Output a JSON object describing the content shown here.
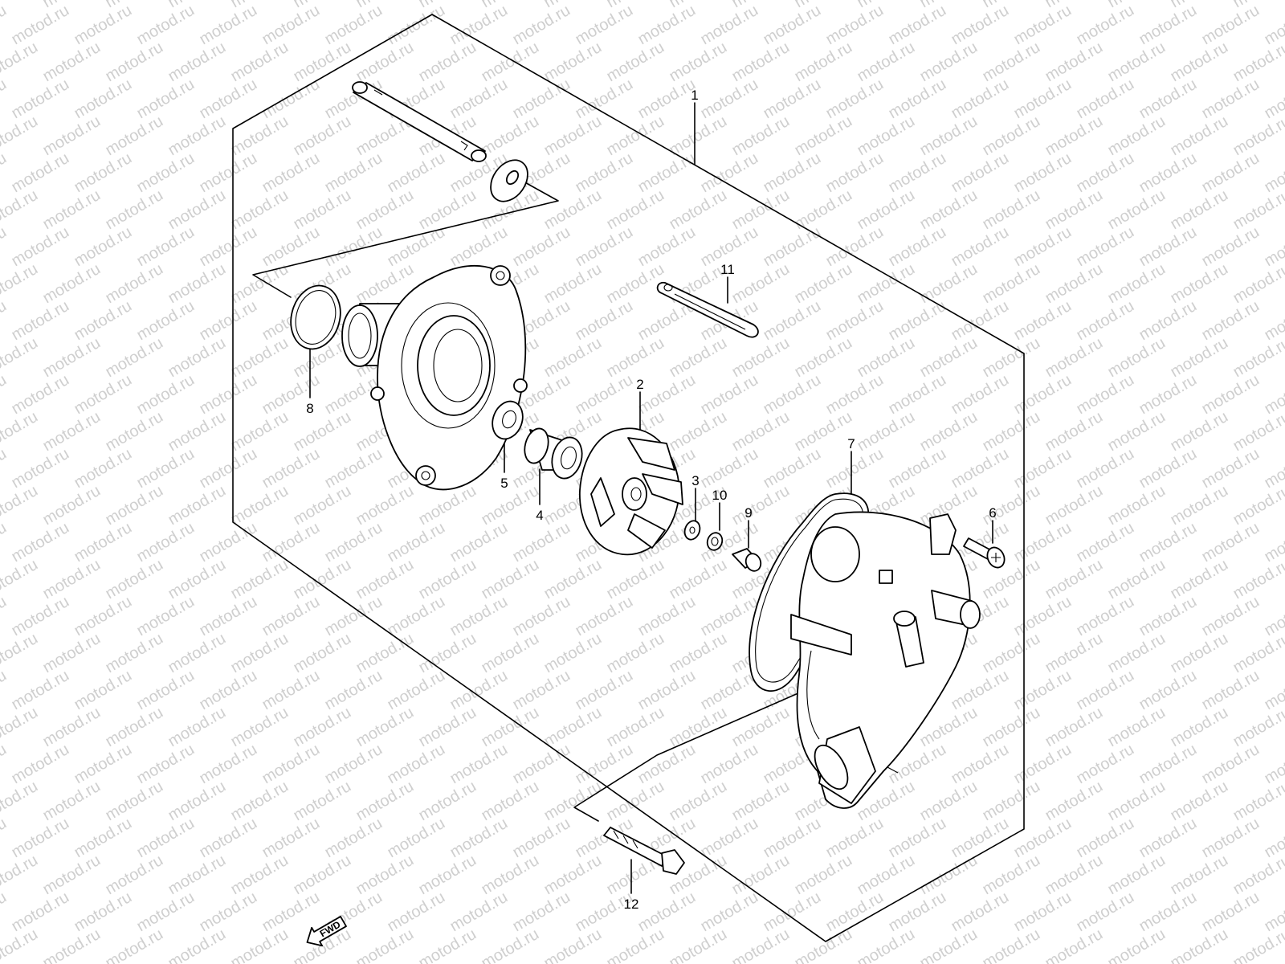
{
  "watermark": "motod.ru",
  "fwd_label": "FWD",
  "callouts": {
    "c1": "1",
    "c2": "2",
    "c3": "3",
    "c4": "4",
    "c5": "5",
    "c6": "6",
    "c7": "7",
    "c8": "8",
    "c9": "9",
    "c10": "10",
    "c11": "11",
    "c12": "12"
  },
  "colors": {
    "ink": "#000000",
    "watermark": "#cfcfcf",
    "background": "#ffffff"
  }
}
